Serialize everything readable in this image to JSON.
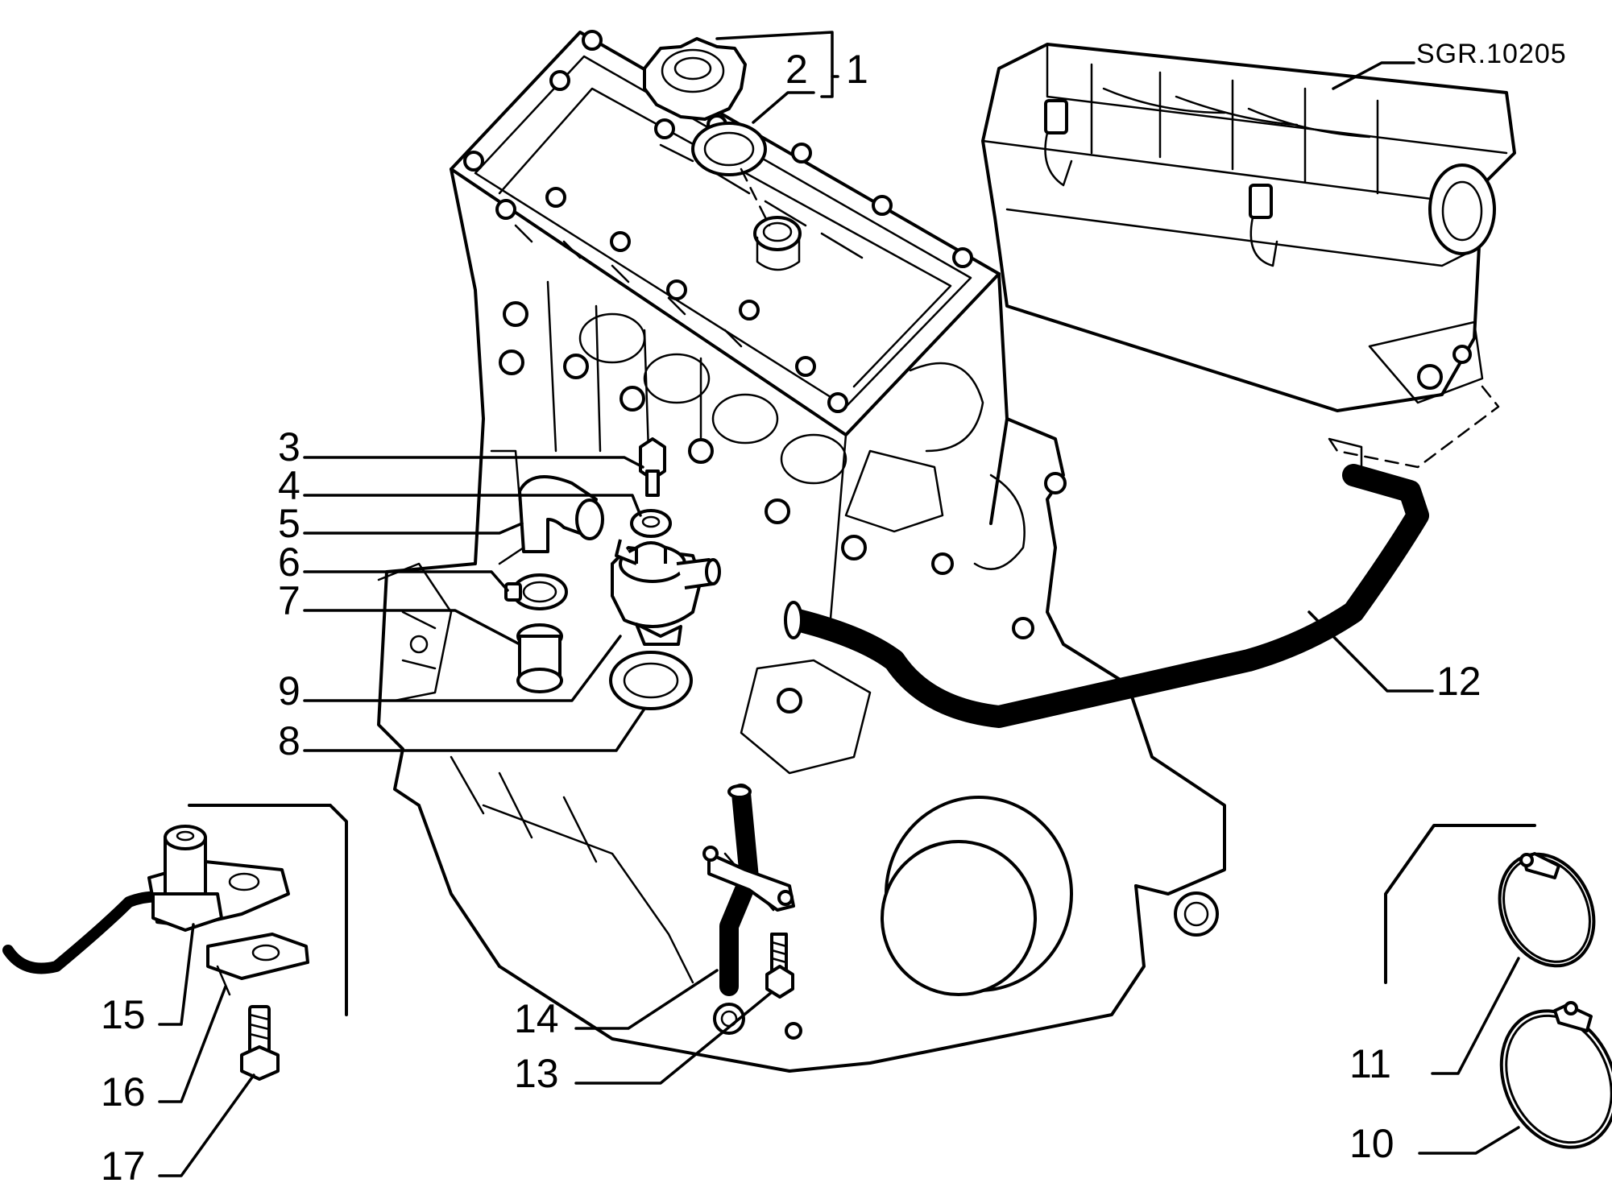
{
  "drawing": {
    "reference": "SGR.10205",
    "accent_color": "#000000",
    "background_color": "#ffffff"
  },
  "callouts": {
    "c1": "1",
    "c2": "2",
    "c3": "3",
    "c4": "4",
    "c5": "5",
    "c6": "6",
    "c7": "7",
    "c8": "8",
    "c9": "9",
    "c10": "10",
    "c11": "11",
    "c12": "12",
    "c13": "13",
    "c14": "14",
    "c15": "15",
    "c16": "16",
    "c17": "17"
  }
}
